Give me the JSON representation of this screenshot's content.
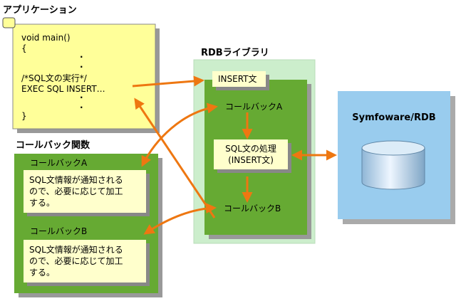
{
  "application": {
    "title": "アプリケーション",
    "code": {
      "line1": "void main()",
      "line2": "{",
      "line3": "/*SQL文の実行*/",
      "line4": "EXEC SQL INSERT…",
      "line5": "}"
    }
  },
  "callbacks": {
    "title": "コールバック関数",
    "a_label": "コールバックA",
    "a_text": [
      "SQL文情報が通知される",
      "ので、必要に応じて加工",
      "する。"
    ],
    "b_label": "コールバックB",
    "b_text": [
      "SQL文情報が通知される",
      "ので、必要に応じて加工",
      "する。"
    ]
  },
  "rdb_library": {
    "title": "RDBライブラリ",
    "insert": "INSERT文",
    "callback_a": "コールバックA",
    "process_line1": "SQL文の処理",
    "process_line2": "(INSERT文)",
    "callback_b": "コールバックB"
  },
  "database": {
    "title": "Symfoware/RDB"
  },
  "colors": {
    "code_box": "#ffff99",
    "green_dark": "#66aa33",
    "green_light": "#99cc66",
    "box_pale": "#ffffcc",
    "rdb_outer": "#cceecc",
    "db_box": "#99ccee",
    "arrow": "#ee7711"
  }
}
